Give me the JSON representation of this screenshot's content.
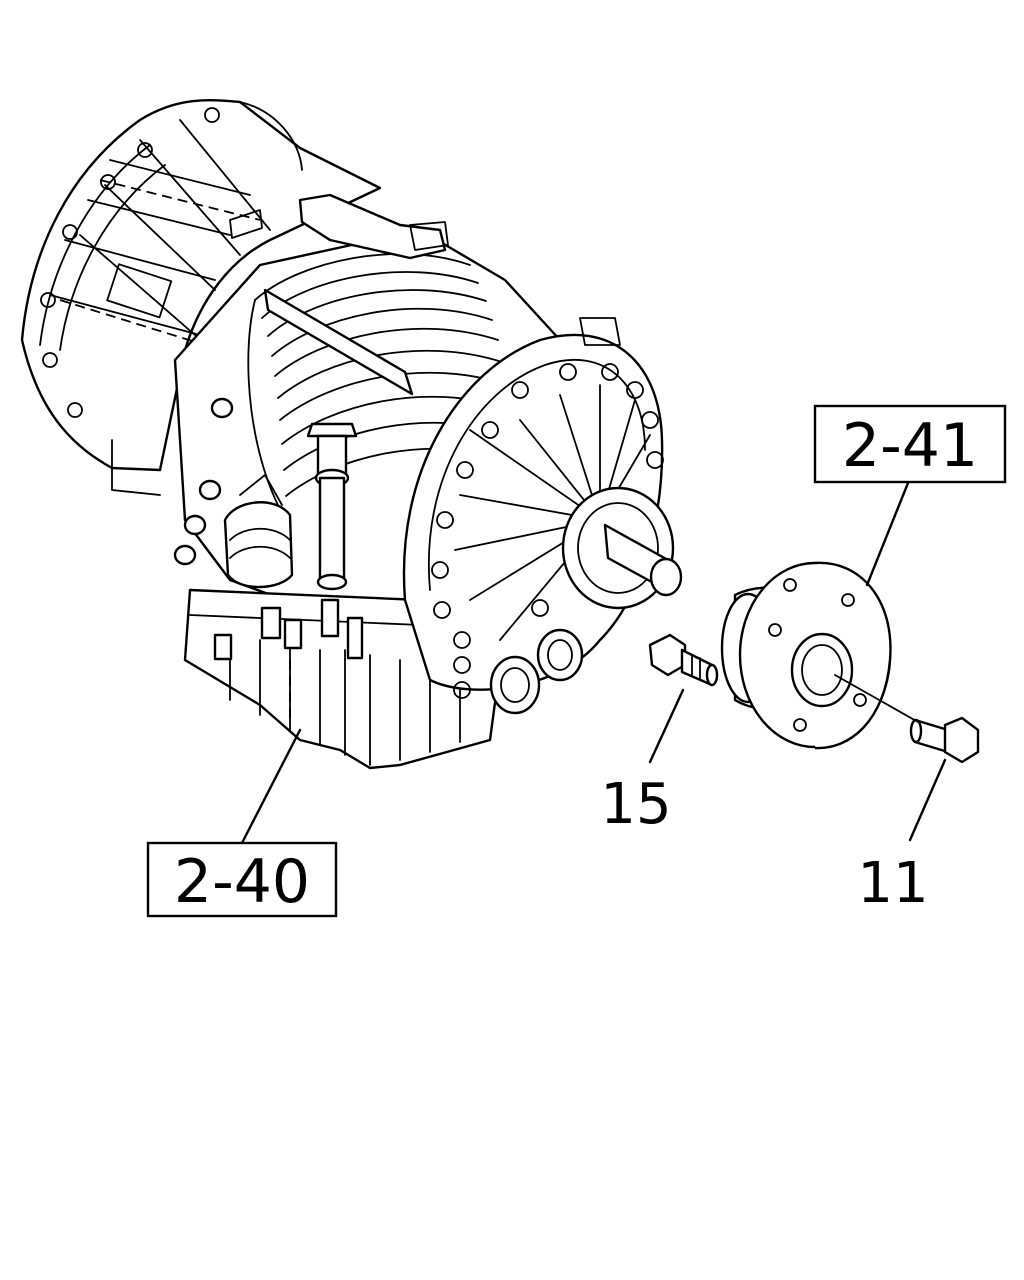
{
  "callouts": {
    "ref_2_41": "2-41",
    "ref_2_40": "2-40",
    "part_15": "15",
    "part_11": "11"
  }
}
